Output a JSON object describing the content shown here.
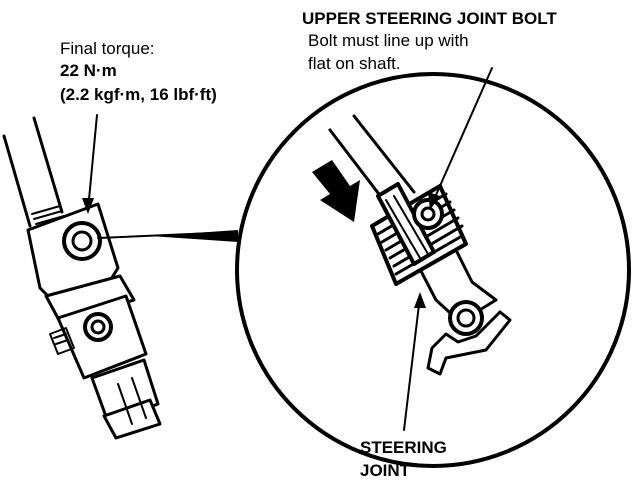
{
  "callouts": {
    "torque": {
      "heading": "Final torque:",
      "value": "22 N·m",
      "alt_units": "(2.2 kgf·m, 16 lbf·ft)"
    },
    "bolt": {
      "title": "UPPER STEERING JOINT BOLT",
      "note_line1": "Bolt must line up with",
      "note_line2": "flat on shaft."
    },
    "joint": {
      "line1": "STEERING",
      "line2": "JOINT"
    }
  },
  "colors": {
    "ink": "#000000",
    "paper": "#ffffff"
  }
}
